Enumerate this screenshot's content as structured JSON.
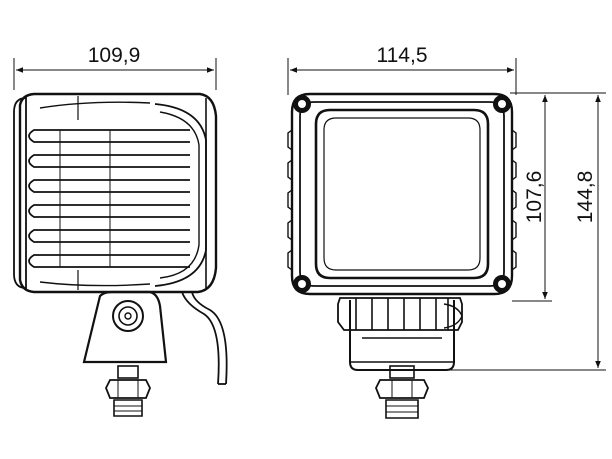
{
  "dimensions": {
    "side_depth": "109,9",
    "front_width": "114,5",
    "lens_height": "107,6",
    "total_height": "144,8"
  },
  "colors": {
    "line": "#111111",
    "background": "#ffffff"
  }
}
